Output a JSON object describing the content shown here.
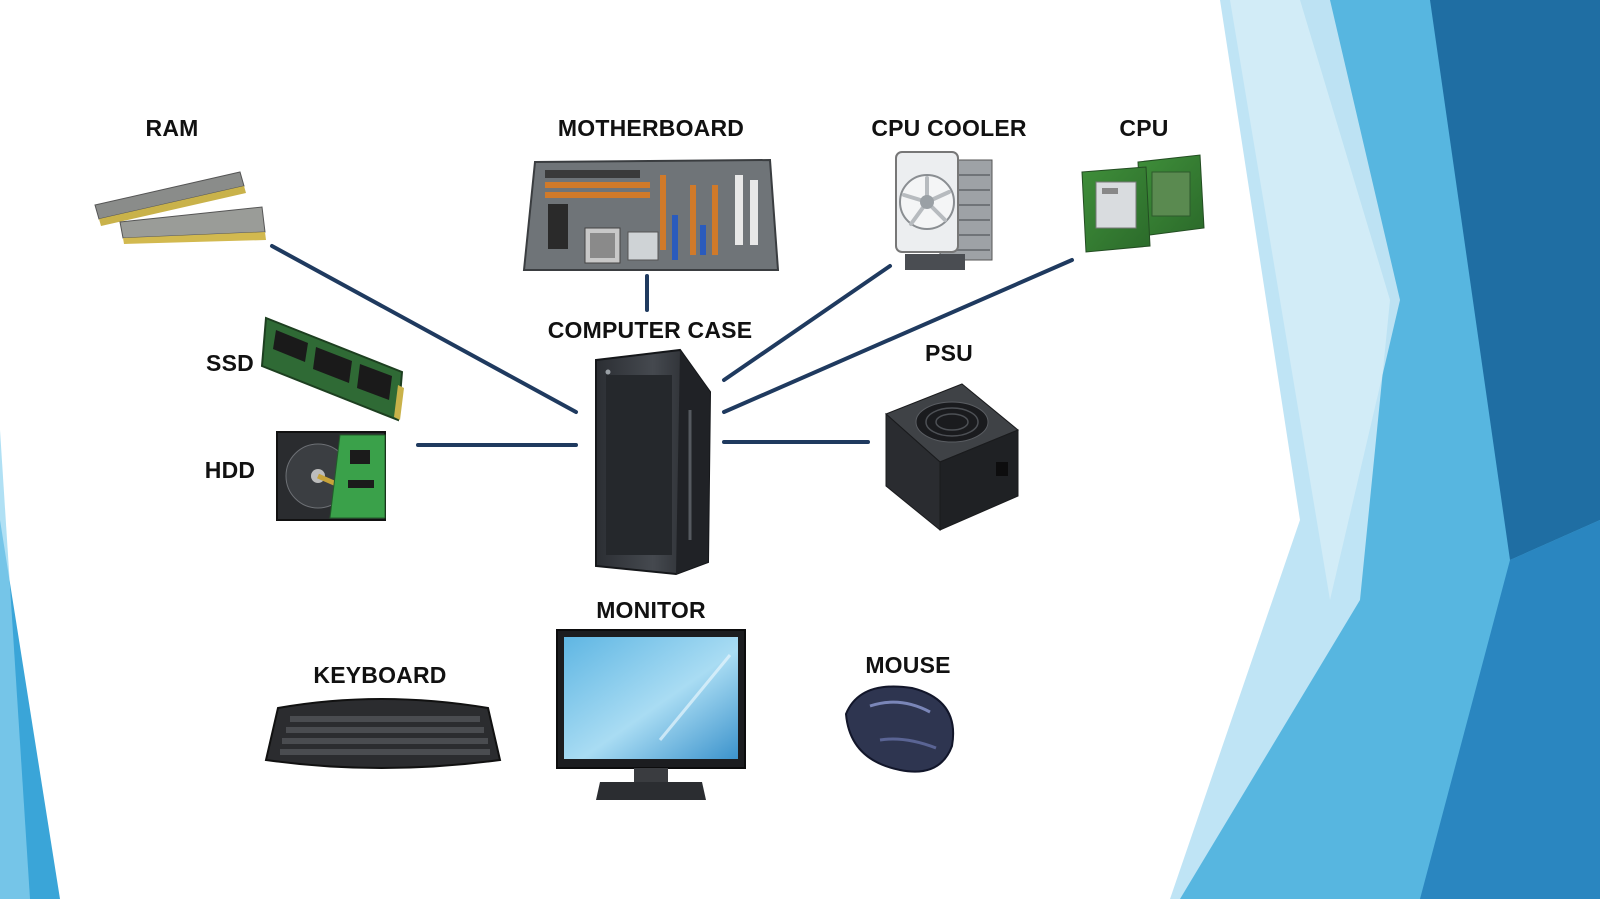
{
  "labels": {
    "ram": "RAM",
    "motherboard": "MOTHERBOARD",
    "cpu_cooler": "CPU COOLER",
    "cpu": "CPU",
    "computer_case": "COMPUTER CASE",
    "ssd": "SSD",
    "hdd": "HDD",
    "psu": "PSU",
    "monitor": "MONITOR",
    "keyboard": "KEYBOARD",
    "mouse": "MOUSE"
  },
  "colors": {
    "connector": "#1f3a5f",
    "accent_dark": "#1d6fa3",
    "accent_mid": "#2a9fd6",
    "accent_light": "#8fd3f0"
  }
}
